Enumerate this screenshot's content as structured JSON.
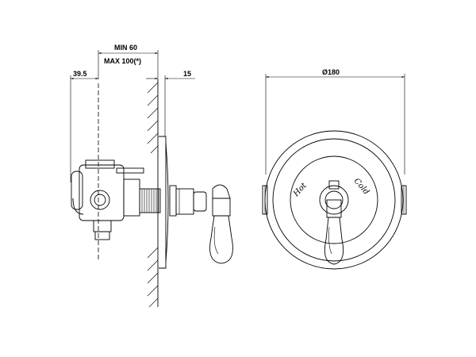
{
  "dimensions": {
    "min_depth": "MIN 60",
    "max_depth": "MAX 100(*)",
    "depth_offset": "39.5",
    "plate_thickness": "15",
    "plate_diameter": "Ø180"
  },
  "front_view": {
    "hot_label": "Hot",
    "cold_label": "Cold"
  }
}
